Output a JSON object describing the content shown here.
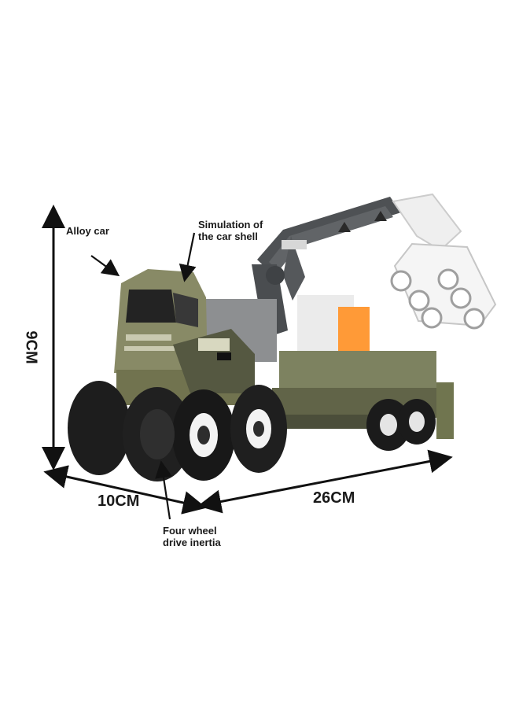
{
  "labels": {
    "alloy_car": "Alloy car",
    "simulation_line1": "Simulation of",
    "simulation_line2": "the car shell",
    "four_wheel_line1": "Four wheel",
    "four_wheel_line2": "drive inertia",
    "height_dim": "9CM",
    "width_dim": "10CM",
    "length_dim": "26CM"
  },
  "colors": {
    "cab_olive": "#7b7d58",
    "body_olive": "#6f7452",
    "tire_black": "#1c1c1c",
    "crane_gray": "#505356",
    "claw_white": "#ececec",
    "arrow_black": "#111111"
  }
}
